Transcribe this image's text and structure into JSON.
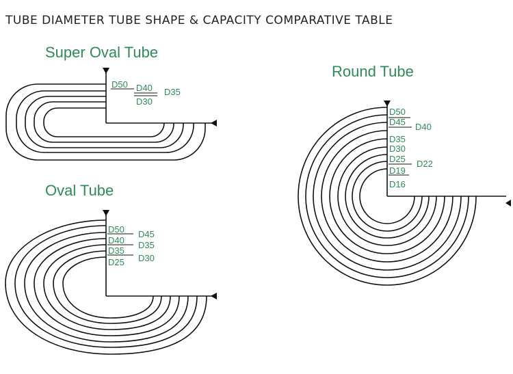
{
  "title": "TUBE DIAMETER TUBE SHAPE & CAPACITY COMPARATIVE TABLE",
  "super_oval": {
    "title": "Super Oval Tube",
    "labels": [
      "D50",
      "D40",
      "D35",
      "D30"
    ]
  },
  "oval": {
    "title": "Oval Tube",
    "labels": [
      "D50",
      "D45",
      "D40",
      "D35",
      "D35",
      "D30",
      "D25"
    ]
  },
  "round": {
    "title": "Round Tube",
    "labels": [
      "D50",
      "D45",
      "D40",
      "D35",
      "D30",
      "D25",
      "D22",
      "D19",
      "D16"
    ]
  }
}
